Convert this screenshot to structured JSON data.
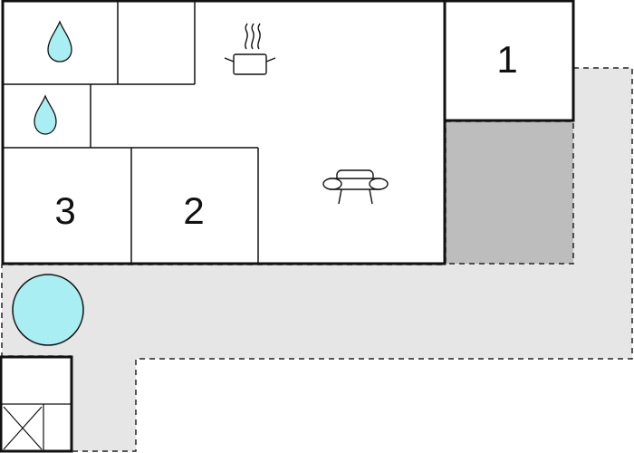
{
  "floorplan": {
    "rooms": [
      {
        "id": "bedroom-1",
        "label": "1"
      },
      {
        "id": "bedroom-2",
        "label": "2"
      },
      {
        "id": "bedroom-3",
        "label": "3"
      }
    ],
    "icons": {
      "water_top": "water-drop-icon",
      "water_bottom": "water-drop-icon",
      "kitchen": "cooking-pot-icon",
      "living": "sofa-icon",
      "pool": "pool-circle",
      "storage": "crossed-box-icon"
    },
    "colors": {
      "wall": "#111111",
      "outdoor": "#e6e6e6",
      "covered": "#bdbdbd",
      "water": "#a8eef2",
      "background": "#ffffff"
    }
  }
}
